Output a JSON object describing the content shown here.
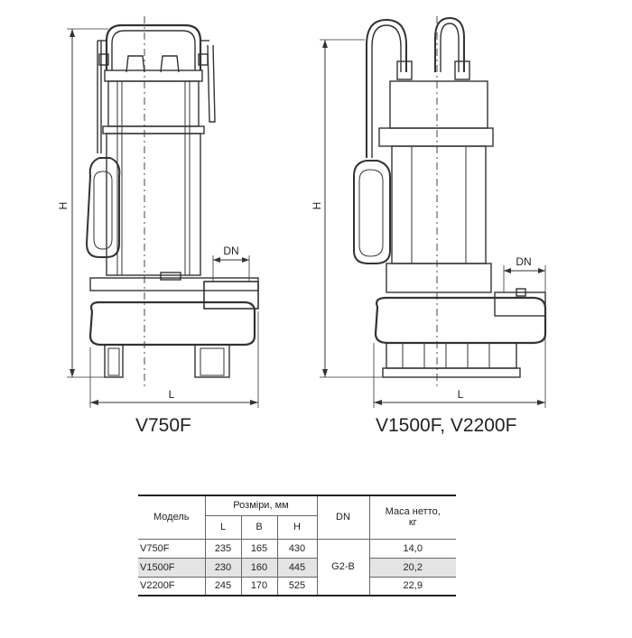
{
  "figure": {
    "pumps": [
      {
        "caption": "V750F",
        "dim_labels": {
          "height": "H",
          "length": "L",
          "outlet": "DN"
        }
      },
      {
        "caption": "V1500F, V2200F",
        "dim_labels": {
          "height": "H",
          "length": "L",
          "outlet": "DN"
        }
      }
    ]
  },
  "table": {
    "headers": {
      "model": "Модель",
      "dimensions": "Розміри, мм",
      "L": "L",
      "B": "B",
      "H": "H",
      "dn": "DN",
      "mass_line1": "Маса нетто,",
      "mass_line2": "кг"
    },
    "rows": [
      {
        "model": "V750F",
        "L": "235",
        "B": "165",
        "H": "430",
        "mass": "14,0"
      },
      {
        "model": "V1500F",
        "L": "230",
        "B": "160",
        "H": "445",
        "mass": "20,2"
      },
      {
        "model": "V2200F",
        "L": "245",
        "B": "170",
        "H": "525",
        "mass": "22,9"
      }
    ],
    "dn_value": "G2-B"
  }
}
